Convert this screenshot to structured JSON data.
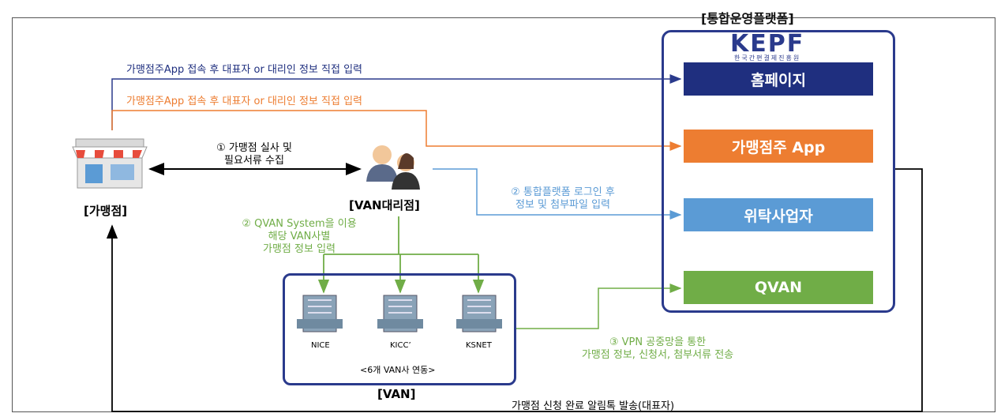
{
  "platform": {
    "title": "[통합운영플랫폼]",
    "logo": "KEPF",
    "logo_sub": "한국간편결제진흥원",
    "items": [
      {
        "label": "홈페이지",
        "color": "#1f2f7f"
      },
      {
        "label": "가맹점주 App",
        "color": "#ed7d31"
      },
      {
        "label": "위탁사업자",
        "color": "#5b9bd5"
      },
      {
        "label": "QVAN",
        "color": "#70ad47"
      }
    ]
  },
  "store": {
    "label": "[가맹점]"
  },
  "agent": {
    "label": "[VAN대리점]"
  },
  "van": {
    "label": "[VAN]",
    "servers": [
      "NICE",
      "KICC’",
      "KSNET"
    ],
    "caption": "<6개 VAN사 연동>"
  },
  "flows": {
    "owner_home": "가맹점주App 접속 후 대표자 or 대리인 정보 직접 입력",
    "owner_app": "가맹점주App 접속 후 대표자 or 대리인 정보 직접 입력",
    "step1_line1": "① 가맹점 실사 및",
    "step1_line2": "필요서류 수집",
    "step2a_line1": "② 통합플랫폼 로그인 후",
    "step2a_line2": "정보 및 첨부파일 입력",
    "step2b_line1": "② QVAN System을 이용",
    "step2b_line2": "해당 VAN사별",
    "step2b_line3": "가맹점 정보 입력",
    "step3_line1": "③ VPN 공중망을 통한",
    "step3_line2": "가맹점 정보, 신청서, 첨부서류 전송",
    "notify": "가맹점 신청 완료 알림톡 발송(대표자)"
  }
}
